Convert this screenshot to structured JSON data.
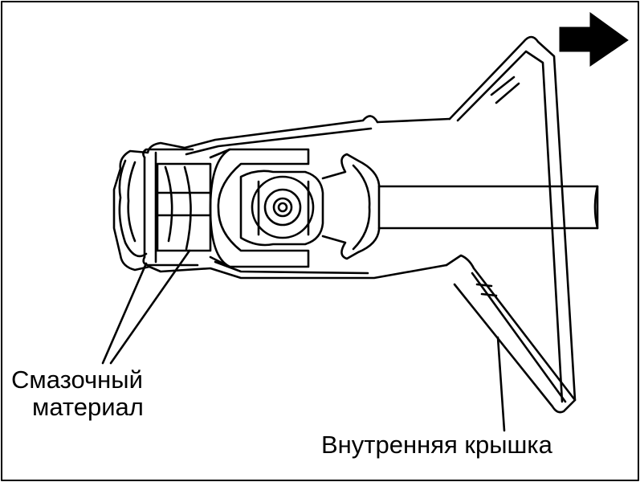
{
  "labels": {
    "grease_line1": "Смазочный",
    "grease_line2": "материал",
    "inner_cover": "Внутренняя крышка"
  },
  "colors": {
    "ink": "#000000",
    "background": "#ffffff"
  },
  "icons": {
    "direction_arrow": "arrow-right-icon"
  }
}
